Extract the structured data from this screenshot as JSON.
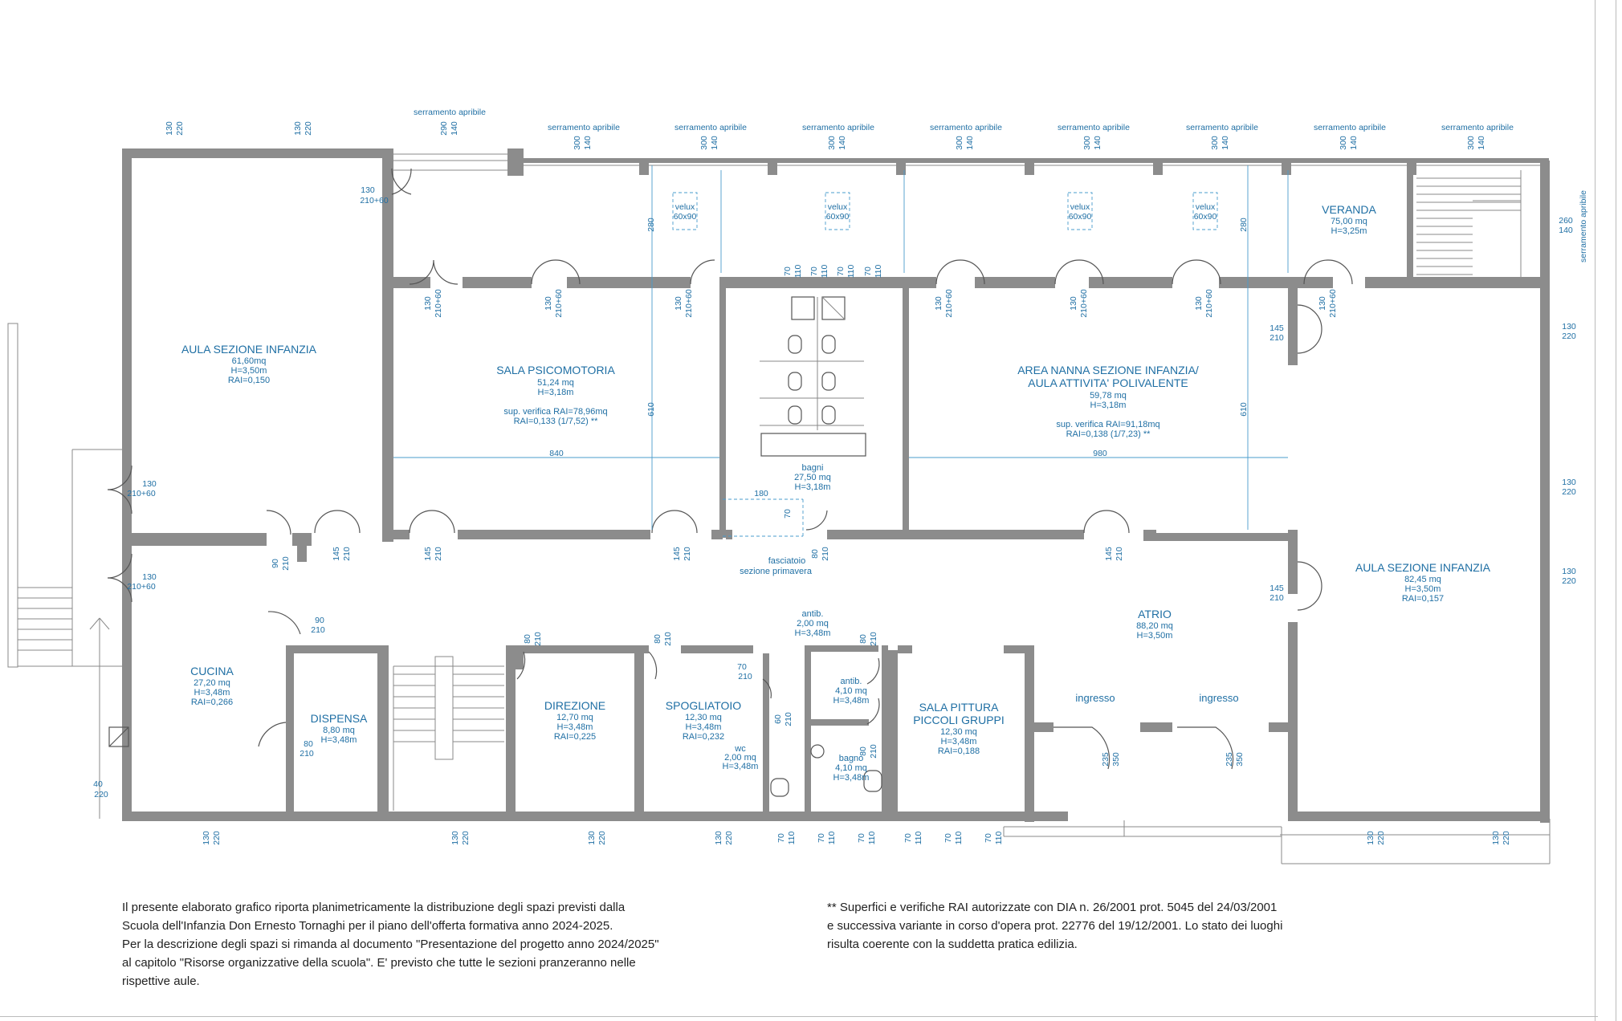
{
  "rooms": {
    "aula1": {
      "name": "AULA SEZIONE INFANZIA",
      "area": "61,60mq",
      "height": "H=3,50m",
      "rai": "RAI=0,150"
    },
    "psico": {
      "name": "SALA PSICOMOTORIA",
      "area": "51,24 mq",
      "height": "H=3,18m",
      "sup": "sup. verifica RAI=78,96mq",
      "rai": "RAI=0,133 (1/7,52) **"
    },
    "bagni": {
      "name": "bagni",
      "area": "27,50 mq",
      "height": "H=3,18m"
    },
    "nanna": {
      "name1": "AREA NANNA SEZIONE INFANZIA/",
      "name2": "AULA ATTIVITA' POLIVALENTE",
      "area": "59,78 mq",
      "height": "H=3,18m",
      "sup": "sup. verifica RAI=91,18mq",
      "rai": "RAI=0,138 (1/7,23) **"
    },
    "veranda": {
      "name": "VERANDA",
      "area": "75,00 mq",
      "height": "H=3,25m"
    },
    "aula2": {
      "name": "AULA SEZIONE INFANZIA",
      "area": "82,45 mq",
      "height": "H=3,50m",
      "rai": "RAI=0,157"
    },
    "atrio": {
      "name": "ATRIO",
      "area": "88,20 mq",
      "height": "H=3,50m"
    },
    "cucina": {
      "name": "CUCINA",
      "area": "27,20 mq",
      "height": "H=3,48m",
      "rai": "RAI=0,266"
    },
    "dispensa": {
      "name": "DISPENSA",
      "area": "8,80 mq",
      "height": "H=3,48m"
    },
    "direzione": {
      "name": "DIREZIONE",
      "area": "12,70 mq",
      "height": "H=3,48m",
      "rai": "RAI=0,225"
    },
    "spogliatoio": {
      "name": "SPOGLIATOIO",
      "area": "12,30 mq",
      "height": "H=3,48m",
      "rai": "RAI=0,232"
    },
    "wc": {
      "name": "wc",
      "area": "2,00 mq",
      "height": "H=3,48m"
    },
    "antib1": {
      "name": "antib.",
      "area": "2,00 mq",
      "height": "H=3,48m"
    },
    "antib2": {
      "name": "antib.",
      "area": "4,10 mq",
      "height": "H=3,48m"
    },
    "bagno": {
      "name": "bagno",
      "area": "4,10 mq",
      "height": "H=3,48m"
    },
    "pittura": {
      "name1": "SALA PITTURA",
      "name2": "PICCOLI GRUPPI",
      "area": "12,30 mq",
      "height": "H=3,48m",
      "rai": "RAI=0,188"
    }
  },
  "labels": {
    "serramento": "serramento apribile",
    "velux": "velux",
    "velux_size": "60x90",
    "fasciatoio1": "fasciatoio",
    "fasciatoio2": "sezione primavera",
    "ingresso": "ingresso"
  },
  "dimensions": {
    "d840": "840",
    "d980": "980",
    "d610": "610",
    "d280": "280",
    "d180": "180",
    "d130": "130",
    "d220": "220",
    "d290": "290",
    "d300": "300",
    "d140": "140",
    "d210_60": "210+60",
    "d145": "145",
    "d210": "210",
    "d90": "90",
    "d80": "80",
    "d70": "70",
    "d110": "110",
    "d60": "60",
    "d40": "40",
    "d235": "235",
    "d350": "350",
    "d260": "260"
  },
  "notes": {
    "left": "Il presente elaborato grafico riporta planimetricamente la distribuzione degli spazi previsti dalla\nScuola dell'Infanzia Don Ernesto Tornaghi per il piano dell'offerta formativa anno 2024-2025.\nPer la descrizione degli spazi si rimanda al documento \"Presentazione del progetto anno 2024/2025\"\nal capitolo \"Risorse organizzative della scuola\". E' previsto che tutte le sezioni pranzeranno nelle\nrispettive aule.",
    "right": "** Superfici e verifiche RAI autorizzate con DIA n. 26/2001 prot. 5045 del 24/03/2001\ne successiva variante in corso d'opera prot. 22776 del 19/12/2001. Lo stato dei luoghi\nrisulta coerente con la suddetta pratica edilizia."
  },
  "colors": {
    "wall": "#8c8c8c",
    "annotation": "#1f6fa4"
  }
}
